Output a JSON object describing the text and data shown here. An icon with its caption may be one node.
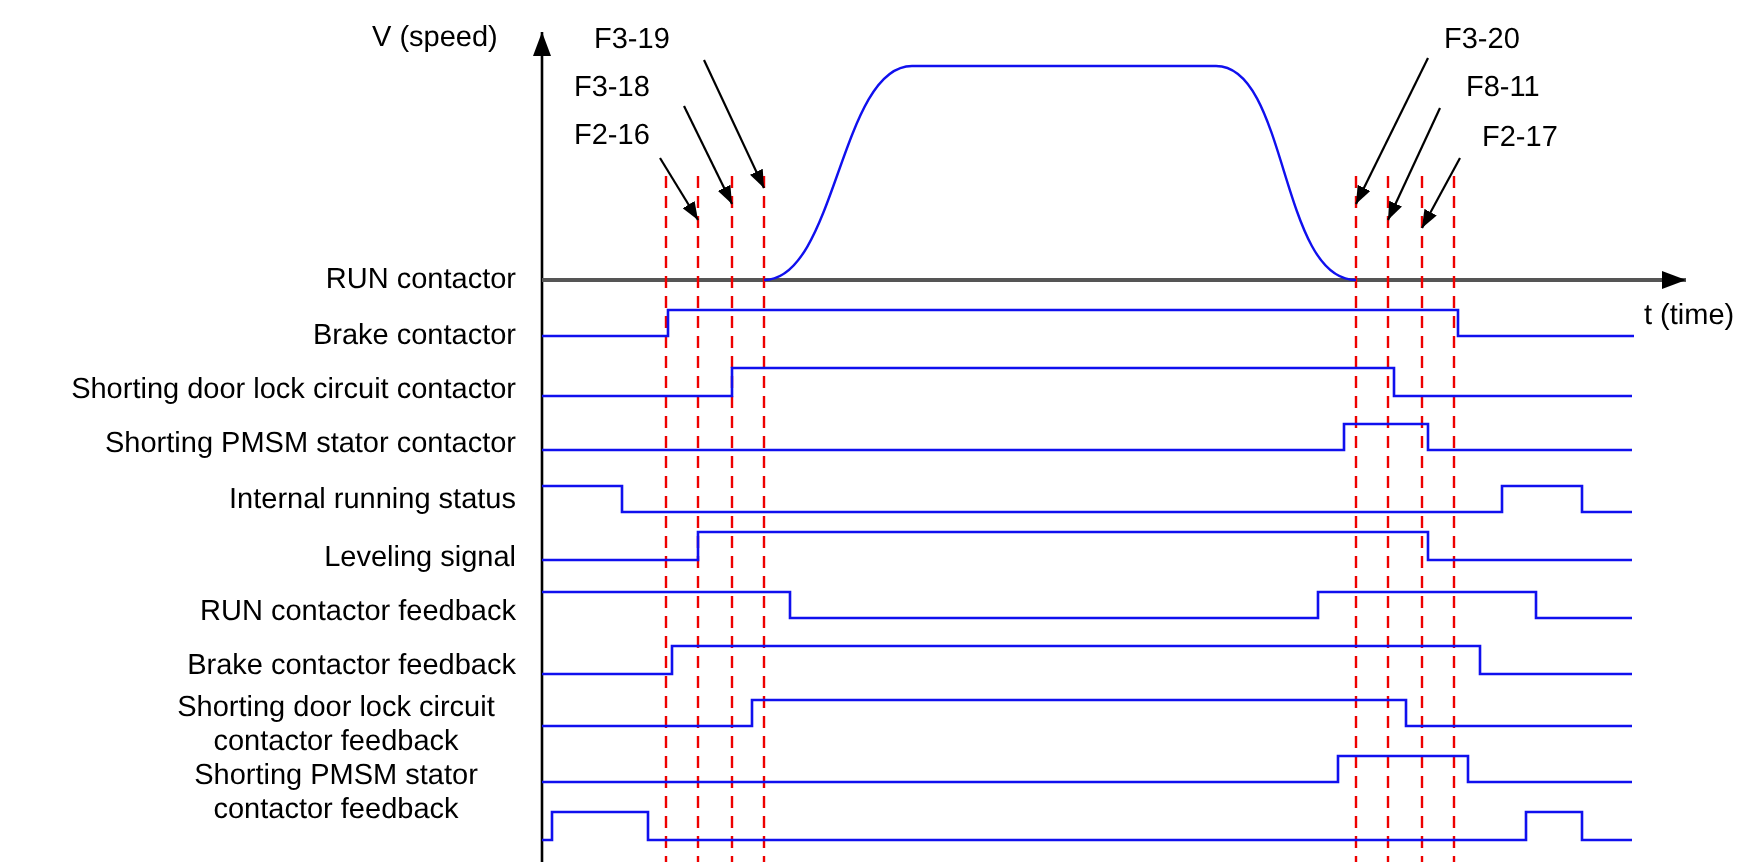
{
  "diagram": {
    "nodes": [
      {
        "text": [
          "F3-19"
        ]
      },
      {
        "text": [
          "F3-18"
        ]
      },
      {
        "text": [
          "F2-16"
        ]
      },
      {
        "text": [
          "F3-20"
        ]
      },
      {
        "text": [
          "F8-11"
        ]
      },
      {
        "text": [
          "F2-17"
        ]
      },
      {
        "text": [],
        "shape": "line"
      },
      {
        "text": [],
        "shape": "line"
      },
      {
        "text": [],
        "shape": "line"
      },
      {
        "text": [],
        "shape": "line"
      },
      {
        "text": [],
        "shape": "line"
      },
      {
        "text": [],
        "shape": "line"
      },
      {
        "text": [],
        "shape": "line"
      },
      {
        "text": [],
        "shape": "line"
      }
    ],
    "edges": [
      {
        "from": 0,
        "to": 9,
        "arrow": "to"
      },
      {
        "from": 1,
        "to": 8,
        "arrow": "to"
      },
      {
        "from": 2,
        "to": 7,
        "arrow": "to"
      },
      {
        "from": 3,
        "to": 10,
        "arrow": "to"
      },
      {
        "from": 4,
        "to": 11,
        "arrow": "to"
      },
      {
        "from": 5,
        "to": 12,
        "arrow": "to"
      }
    ],
    "labels": [
      "V (speed)",
      "RUN contactor",
      "Brake contactor",
      "t (time)",
      "Shorting door lock circuit contactor",
      "Shorting PMSM stator contactor",
      "Internal running status",
      "Leveling signal",
      "RUN contactor feedback",
      "Brake contactor feedback",
      "Shorting door lock circuit contactor feedback",
      "Shorting PMSM stator contactor feedback"
    ]
  }
}
